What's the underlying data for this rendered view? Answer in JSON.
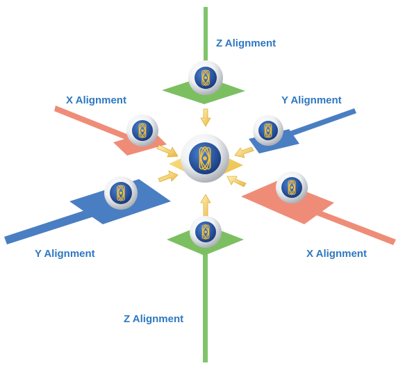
{
  "labels": {
    "z_top": "Z Alignment",
    "x_left": "X Alignment",
    "y_right": "Y Alignment",
    "y_left": "Y Alignment",
    "x_right": "X Alignment",
    "z_bottom": "Z Alignment"
  },
  "colors": {
    "label_text": "#2e78c0",
    "z_axis": "#7fc46a",
    "x_axis": "#ef8c78",
    "y_axis": "#4a7ec2",
    "arrow": "#f2cc55",
    "sphere_core": "#1e4a96",
    "atom_lines": "#e8b83a"
  },
  "icons": {
    "sphere": "atom-sphere-icon",
    "arrow": "arrow-icon"
  }
}
